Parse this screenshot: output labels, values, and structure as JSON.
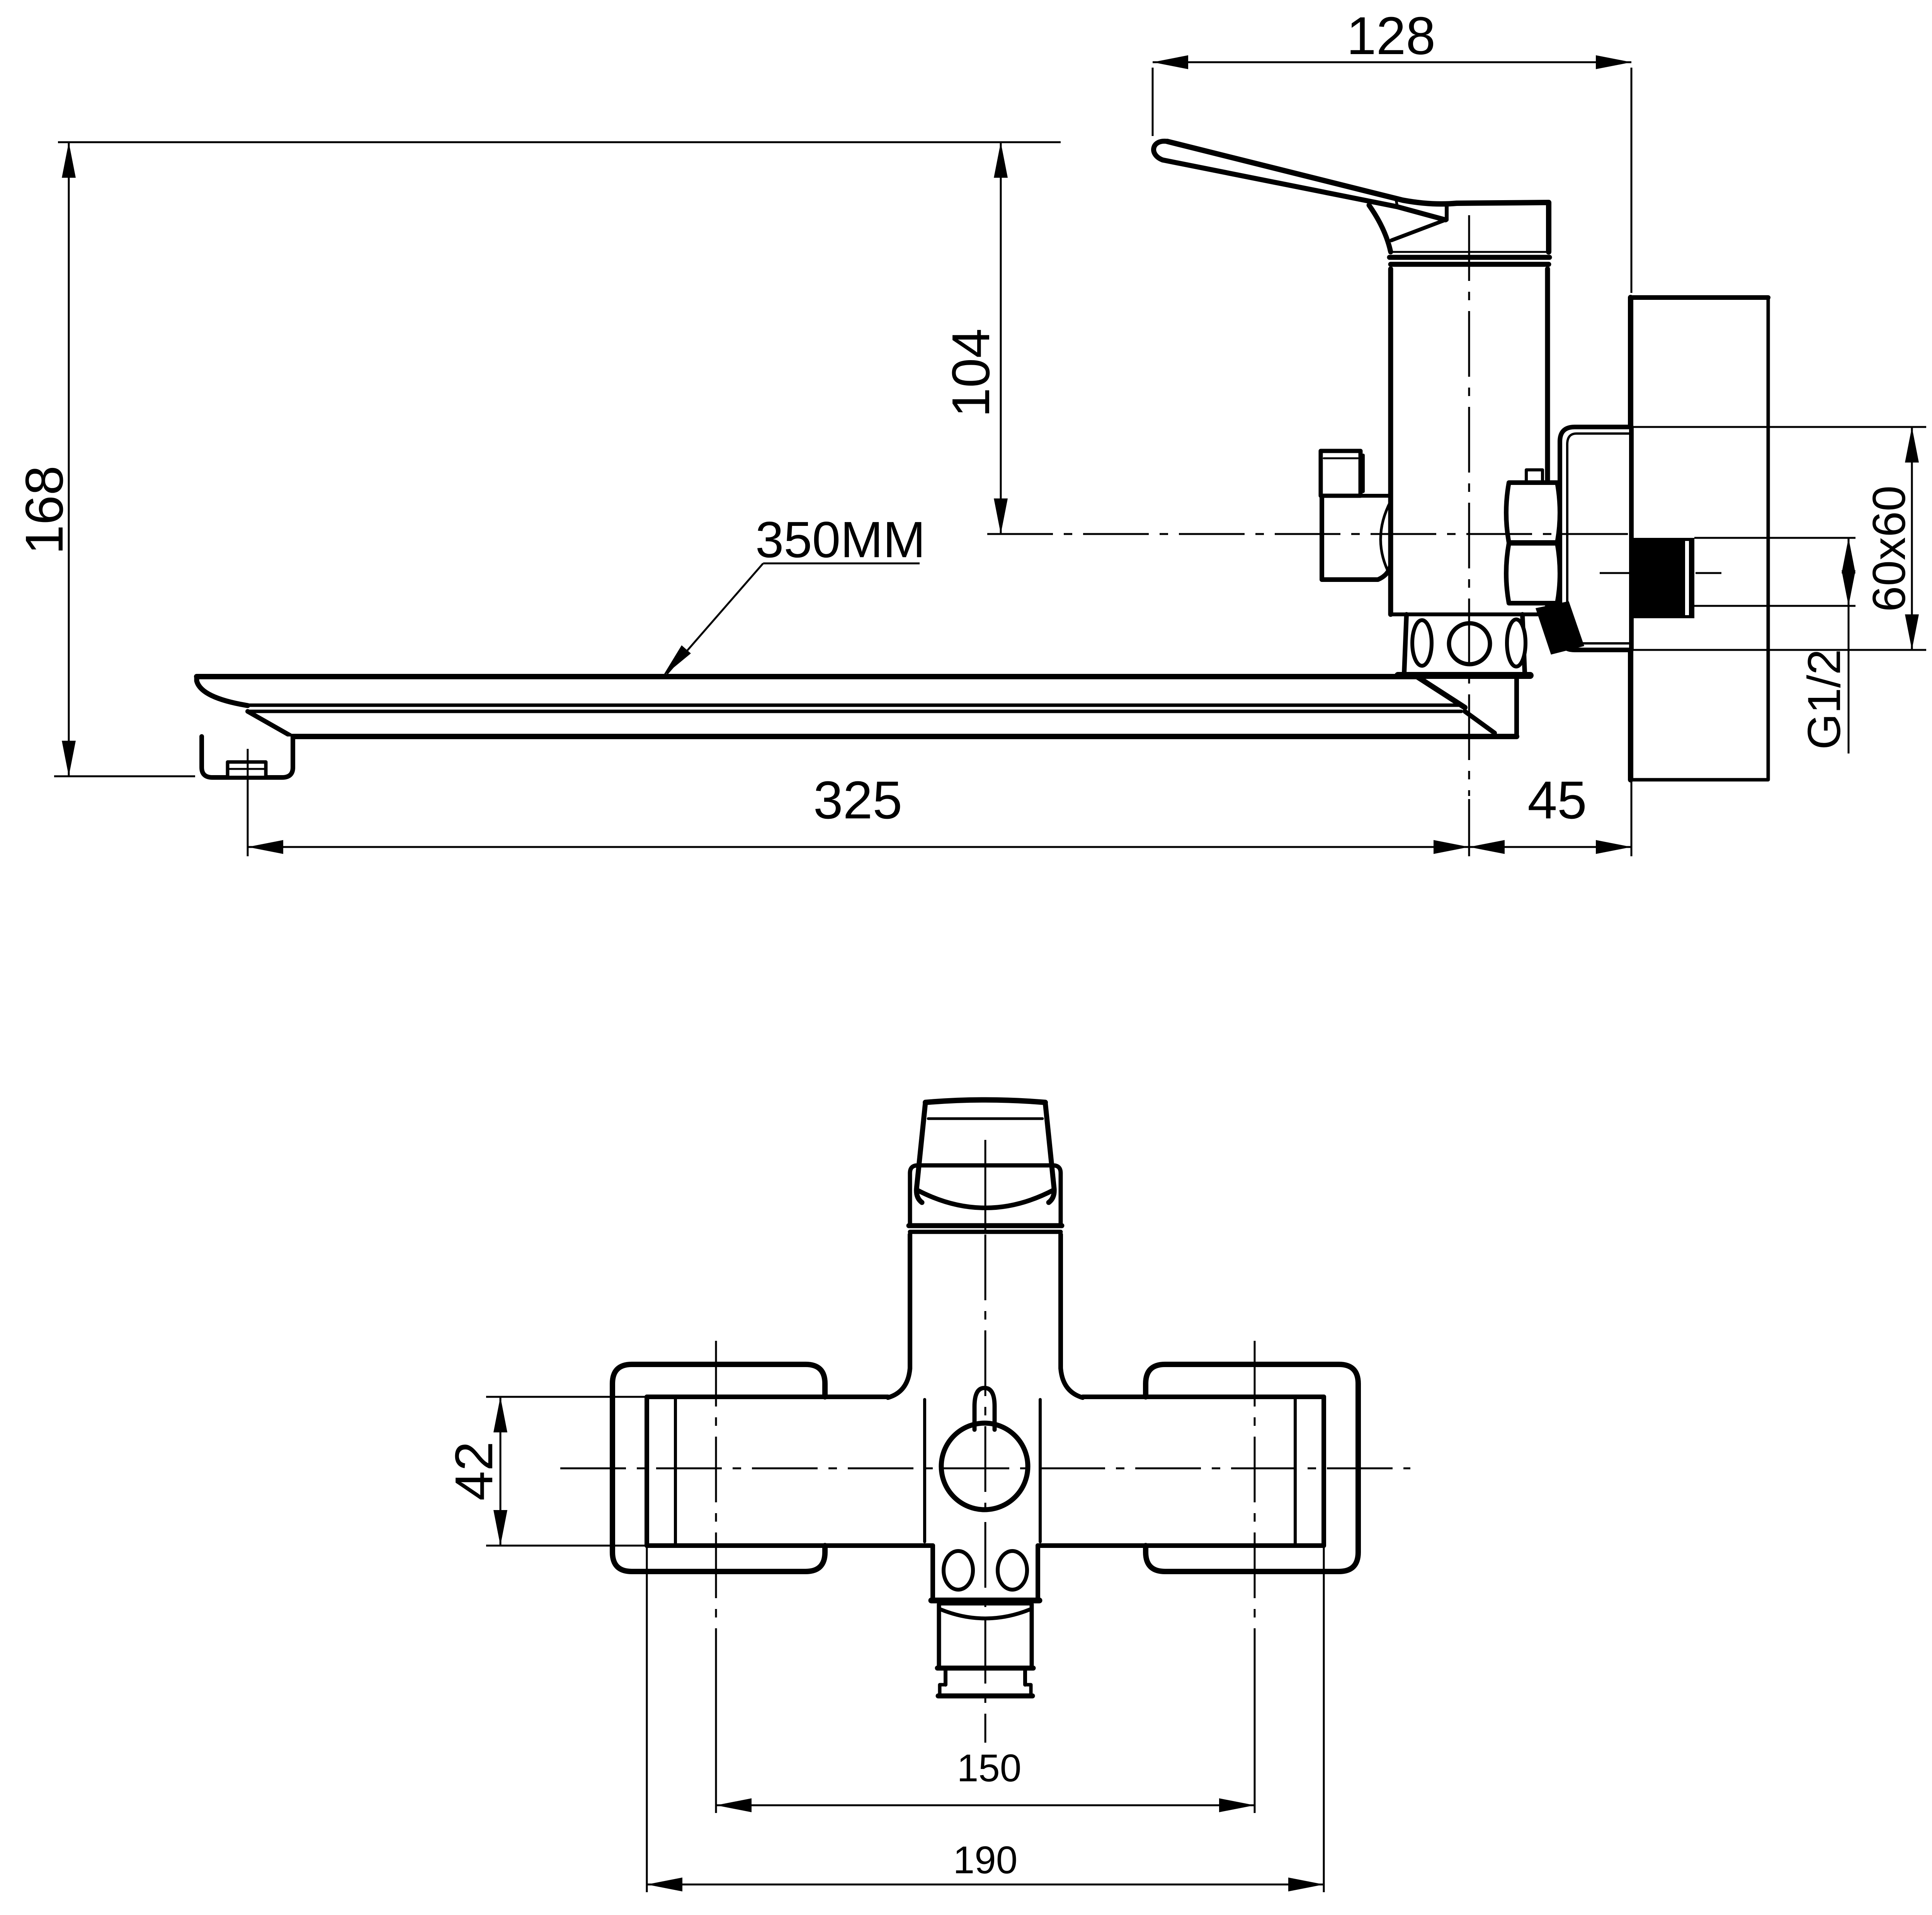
{
  "drawing": {
    "colors": {
      "line": "#000000",
      "background": "#ffffff"
    },
    "dimensions": {
      "handle_projection": "128",
      "handle_height": "104",
      "overall_height": "168",
      "spout_length_label": "350MM",
      "spout_reach": "325",
      "wall_offset": "45",
      "flange_size": "60x60",
      "thread_size": "G1/2",
      "sleeve_diameter": "42",
      "hose_centers": "150",
      "overall_width": "190"
    }
  }
}
